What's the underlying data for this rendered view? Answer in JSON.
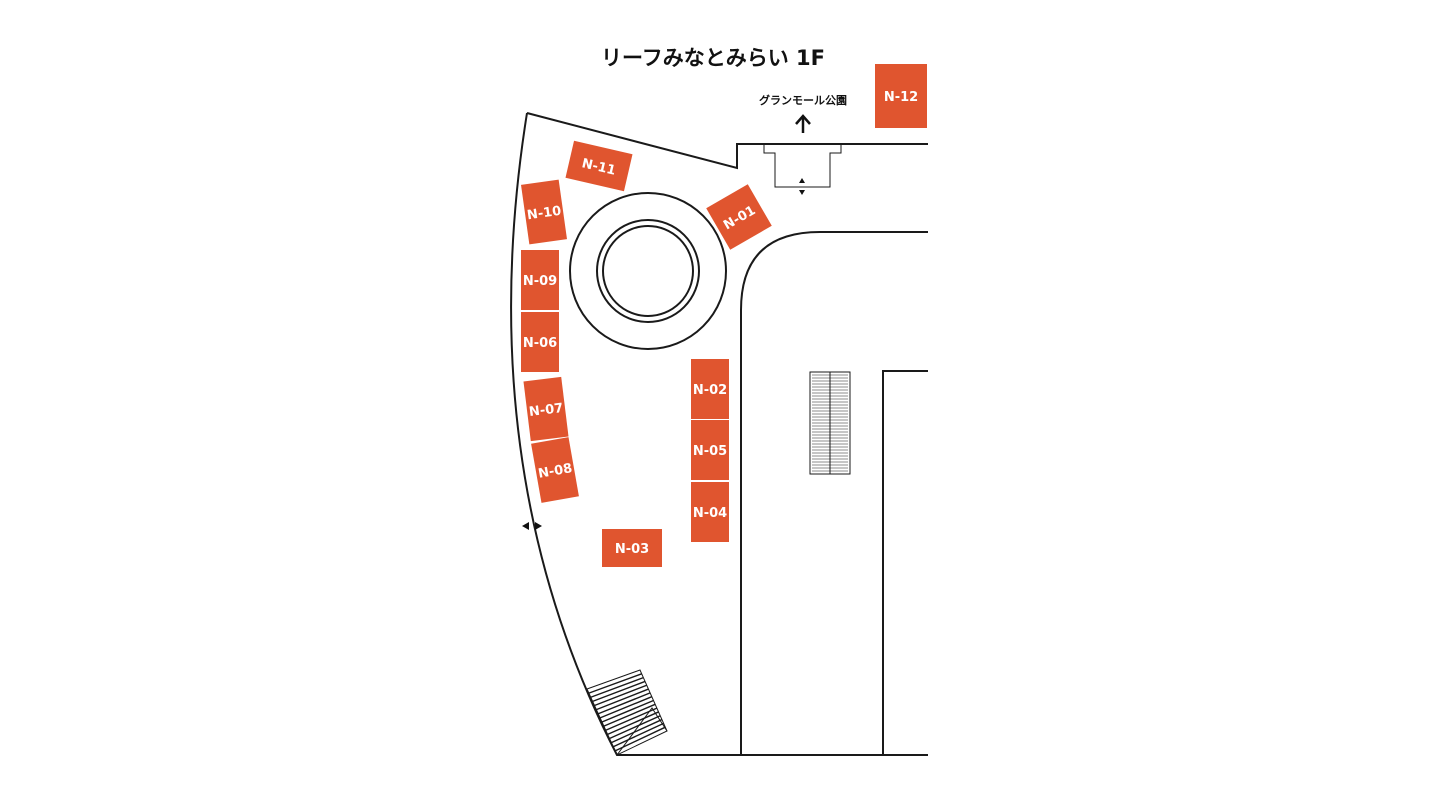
{
  "map": {
    "title": "リーフみなとみらい 1F",
    "direction_label": "グランモール公園",
    "colors": {
      "booth": "#e0552f",
      "line": "#1a1a1a",
      "background": "#ffffff"
    },
    "icons": [
      "up-arrow-icon",
      "double-arrow-icon",
      "fountain-circle",
      "escalator",
      "stairs"
    ],
    "booths": [
      {
        "id": "N-01"
      },
      {
        "id": "N-02"
      },
      {
        "id": "N-03"
      },
      {
        "id": "N-04"
      },
      {
        "id": "N-05"
      },
      {
        "id": "N-06"
      },
      {
        "id": "N-07"
      },
      {
        "id": "N-08"
      },
      {
        "id": "N-09"
      },
      {
        "id": "N-10"
      },
      {
        "id": "N-11"
      },
      {
        "id": "N-12"
      }
    ]
  }
}
